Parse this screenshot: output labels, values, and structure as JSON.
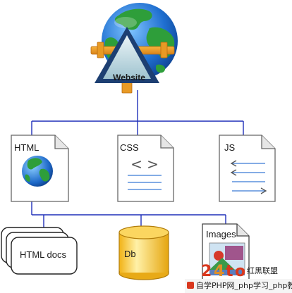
{
  "diagram": {
    "root": {
      "label": "Website"
    },
    "files": [
      {
        "id": "html",
        "label": "HTML"
      },
      {
        "id": "css",
        "label": "CSS",
        "glyph": "< >"
      },
      {
        "id": "js",
        "label": "JS"
      }
    ],
    "assets": [
      {
        "id": "docs",
        "label": "HTML docs"
      },
      {
        "id": "db",
        "label": "Db"
      },
      {
        "id": "images",
        "label": "Images"
      }
    ]
  },
  "watermark": {
    "logo_text": "红黑联盟",
    "bar_text": "自学PHP网_php学习_php教程"
  },
  "colors": {
    "connector": "#1f2fb8",
    "ocean": "#1f6fd0",
    "land": "#2e9e3a",
    "db_fill": "#f5c842",
    "wm_accent": "#d9381e"
  }
}
